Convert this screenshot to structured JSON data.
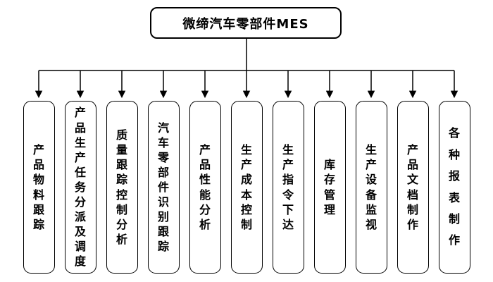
{
  "diagram": {
    "title": "微缔汽车零部件MES",
    "branches": [
      {
        "label": "产品物料跟踪"
      },
      {
        "label": "产品生产任务分派及调度"
      },
      {
        "label": "质量跟踪控制分析"
      },
      {
        "label": "汽车零部件识别跟踪"
      },
      {
        "label": "产品性能分析"
      },
      {
        "label": "生产成本控制"
      },
      {
        "label": "生产指令下达"
      },
      {
        "label": "库存管理"
      },
      {
        "label": "生产设备监视"
      },
      {
        "label": "产品文档制作"
      },
      {
        "label": "各种报表制作"
      }
    ],
    "colors": {
      "line": "#000000",
      "border": "#000000",
      "background": "#ffffff",
      "text": "#000000"
    }
  }
}
